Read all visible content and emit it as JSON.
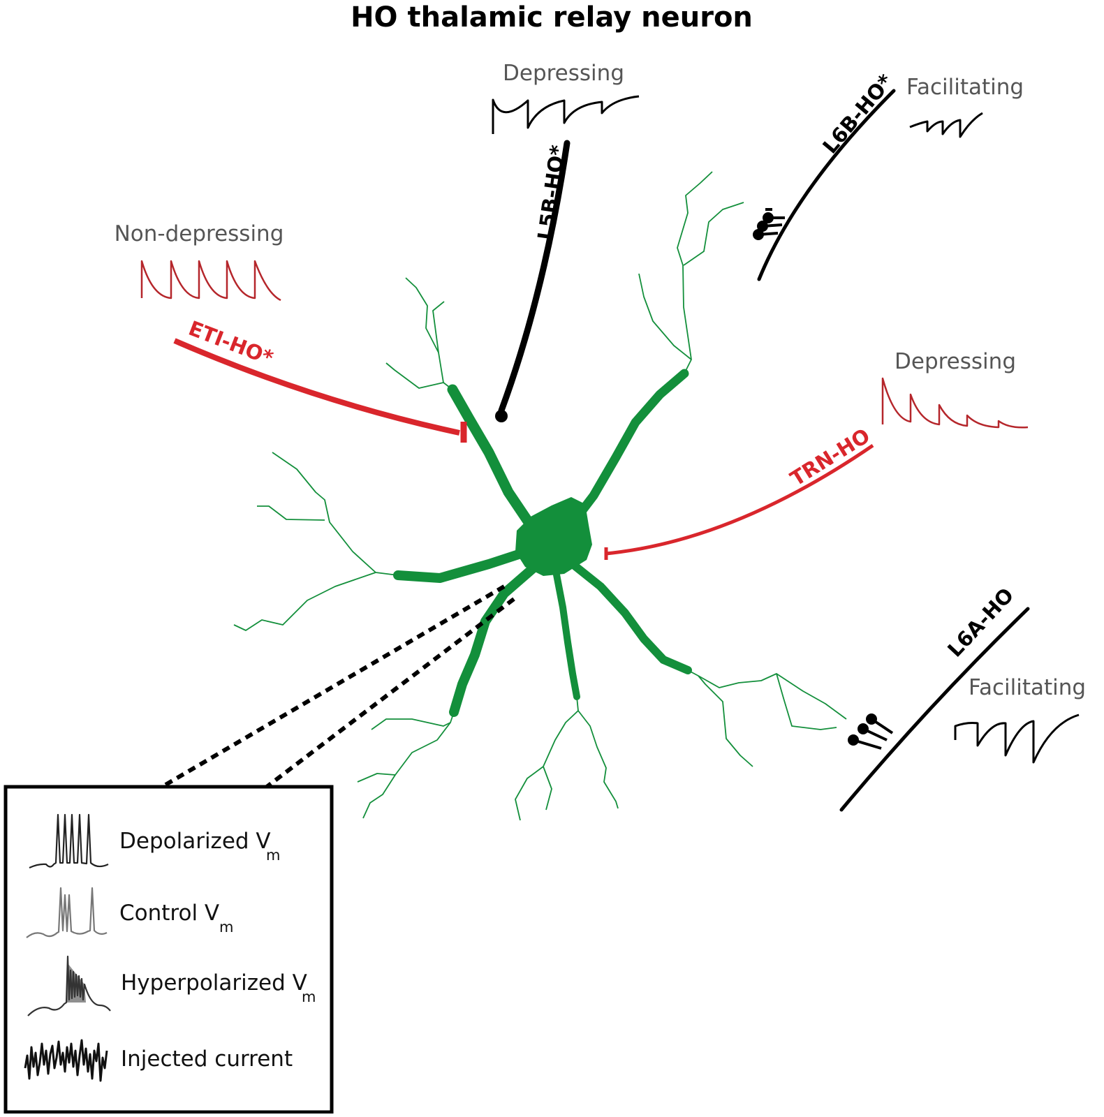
{
  "title": "HO thalamic relay neuron",
  "colors": {
    "neuron": "#138f3b",
    "inhibitory": "#d9262c",
    "excitatory": "#000000",
    "trace_red": "#b5262b",
    "label_grey": "#555555"
  },
  "inputs": [
    {
      "id": "l5b",
      "name": "L5B-HO*",
      "plasticity": "Depressing",
      "synapse": "driver"
    },
    {
      "id": "l6b",
      "name": "L6B-HO*",
      "plasticity": "Facilitating",
      "synapse": "modulator"
    },
    {
      "id": "eti",
      "name": "ETI-HO*",
      "plasticity": "Non-depressing",
      "synapse": "inhibitory"
    },
    {
      "id": "trn",
      "name": "TRN-HO",
      "plasticity": "Depressing",
      "synapse": "inhibitory"
    },
    {
      "id": "l6a",
      "name": "L6A-HO",
      "plasticity": "Facilitating",
      "synapse": "modulator"
    }
  ],
  "legend": {
    "items": [
      {
        "label": "Depolarized V",
        "sub": "m"
      },
      {
        "label": "Control V",
        "sub": "m"
      },
      {
        "label": "Hyperpolarized V",
        "sub": "m"
      },
      {
        "label": "Injected current",
        "sub": ""
      }
    ]
  }
}
